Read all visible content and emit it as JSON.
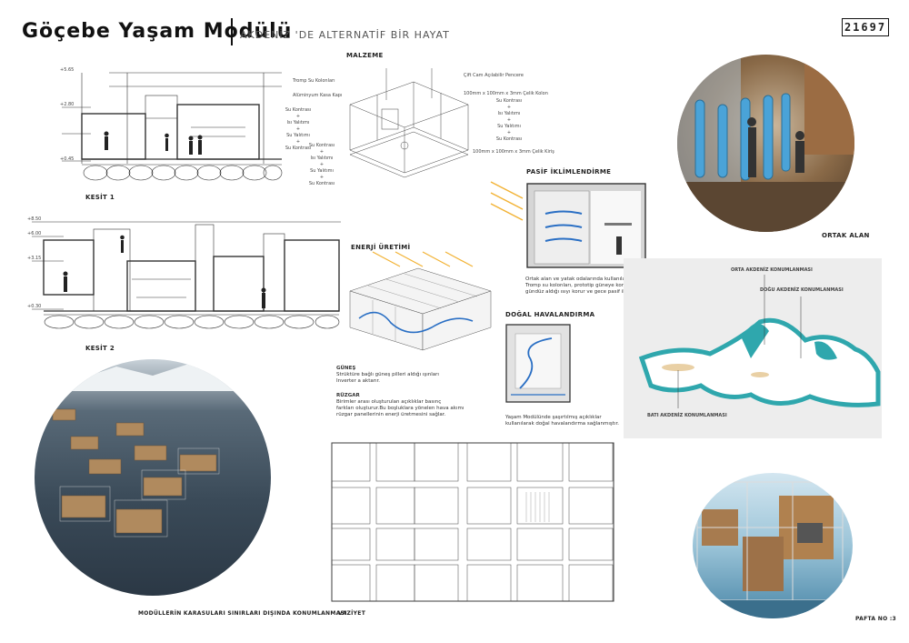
{
  "header": {
    "title": "Göçebe Yaşam Modülü",
    "subtitle": "AKDENİZ 'DE ALTERNATİF BİR HAYAT",
    "code": "21697"
  },
  "sections": {
    "kesit1": "KESİT 1",
    "kesit2": "KESİT 2",
    "malzeme": "MALZEME",
    "enerji": "ENERJİ ÜRETİMİ",
    "pasif": "PASİF İKLİMLENDİRME",
    "dogal": "DOĞAL HAVALANDIRMA",
    "ortak": "ORTAK ALAN",
    "vaziyet": "VAZİYET",
    "moduller": "MODÜLLERİN KARASULARI SINIRLARI DIŞINDA KONUMLANMASI",
    "pafta": "PAFTA NO :3"
  },
  "materials": {
    "tromp": "Tromp  Su Kolonları",
    "aluminyum": "Alüminyum Kasa Kapı",
    "cift_cam": "Çift Cam Açılabilir Pencere",
    "celik_kolon": "100mm x 100mm x 3mm Çelik Kolon",
    "celik_kiris": "100mm x 100mm x 3mm Çelik Kiriş",
    "left_stack": [
      "Su Kontrası",
      "+",
      "Isı Yalıtımı",
      "+",
      "Su Yalıtımı",
      "+",
      "Su Kontrası"
    ],
    "mid_stack": [
      "Su Kontrası",
      "+",
      "Isı Yalıtımı",
      "+",
      "Su Yalıtımı",
      "+",
      "Su Kontrası"
    ],
    "right_stack": [
      "Su Kontrası",
      "+",
      "Isı Yalıtımı",
      "+",
      "Su Yalıtımı",
      "+",
      "Su Kontrası"
    ]
  },
  "energy_text": {
    "gunes_title": "GÜNEŞ",
    "gunes_body": [
      "Strüktüre bağlı güneş pilleri aldığı ışınları",
      "Inverter a aktarır."
    ],
    "ruzgar_title": "RÜZGAR",
    "ruzgar_body": [
      "Birimler arası oluşturulan açıklıklar basınç",
      "farkları oluşturur.Bu boşluklara yönelen hava akımı",
      "rüzgar panellerinin enerji üretmesini sağlar."
    ]
  },
  "pasif_text": [
    "Ortak alan ve yatak odalarında kullanılan",
    "Tromp su kolonları, prototip güneye konumlandığında",
    "gündüz aldığı ısıyı korur ve gece pasif iklimlendirme yapar."
  ],
  "dogal_text": [
    "Yaşam Modülünde şaşırtılmış açıklıklar",
    "kullanılarak doğal havalandırma sağlanmıştır."
  ],
  "map": {
    "orta": "ORTA AKDENİZ KONUMLANMASI",
    "dogu": "DOĞU AKDENİZ KONUMLANMASI",
    "bati": "BATI AKDENİZ KONUMLANMASI"
  },
  "levels": {
    "k1a": "+5.65",
    "k1b": "+2.80",
    "k1c": "+0.45",
    "k2a": "+8.50",
    "k2b": "+6.00",
    "k2c": "+3.15",
    "k2d": "+0.30"
  },
  "colors": {
    "sea": "#2fa7ad",
    "land": "#e8e8e8",
    "accent_orange": "#f2b233",
    "air_blue": "#2a6fc4"
  }
}
